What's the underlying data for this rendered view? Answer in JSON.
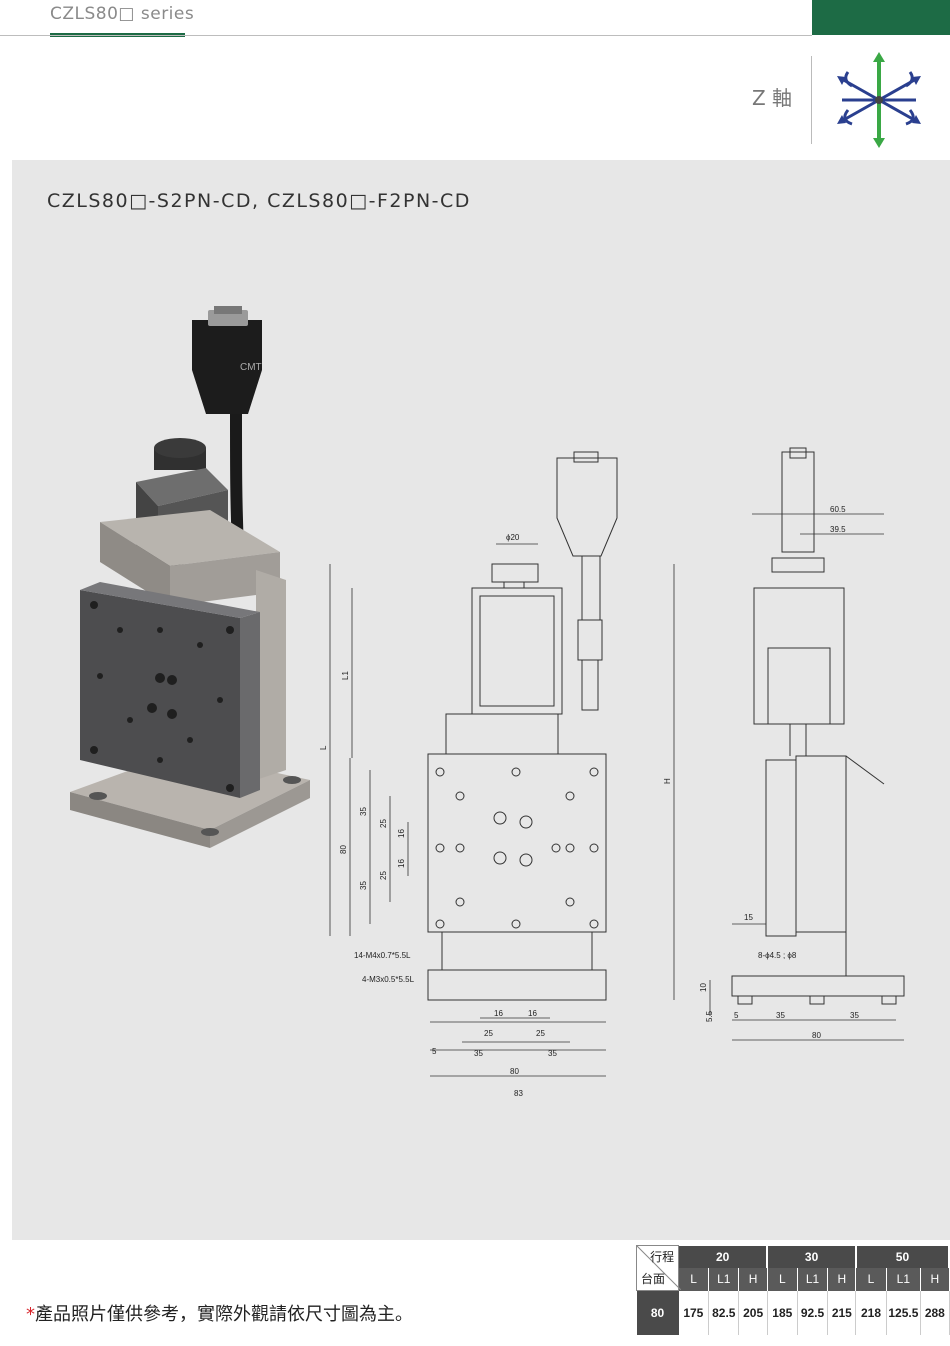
{
  "header": {
    "series": "CZLS80□ series",
    "axis_label": "Z 軸",
    "axis_icon": "xyz-axis-rotation-icon",
    "accent_color": "#1d6b45"
  },
  "model_title": "CZLS80□-S2PN-CD, CZLS80□-F2PN-CD",
  "drawing_labels": {
    "phi20": "ϕ20",
    "L": "L",
    "L1": "L1",
    "H": "H",
    "d80v": "80",
    "d35a": "35",
    "d35b": "35",
    "d25a": "25",
    "d25b": "25",
    "d16a": "16",
    "d16b": "16",
    "m4": "14-M4x0.7*5.5L",
    "m3": "4-M3x0.5*5.5L",
    "b16a": "16",
    "b16b": "16",
    "b25a": "25",
    "b25b": "25",
    "b5": "5",
    "b35a": "35",
    "b35b": "35",
    "b80": "80",
    "b83": "83",
    "s605": "60.5",
    "s395": "39.5",
    "s15": "15",
    "holes": "8-ϕ4.5 ; ϕ8",
    "s10": "10",
    "s55": "5.5",
    "s5": "5",
    "s35a": "35",
    "s35b": "35",
    "s80": "80"
  },
  "footnote": {
    "star": "*",
    "text": "產品照片僅供參考，實際外觀請依尺寸圖為主。"
  },
  "spec_table": {
    "stroke_label": "行程",
    "size_label": "台面",
    "strokes": [
      "20",
      "30",
      "50"
    ],
    "columns": [
      "L",
      "L1",
      "H",
      "L",
      "L1",
      "H",
      "L",
      "L1",
      "H"
    ],
    "rows": [
      {
        "size": "80",
        "values": [
          "175",
          "82.5",
          "205",
          "185",
          "92.5",
          "215",
          "218",
          "125.5",
          "288"
        ]
      }
    ]
  }
}
